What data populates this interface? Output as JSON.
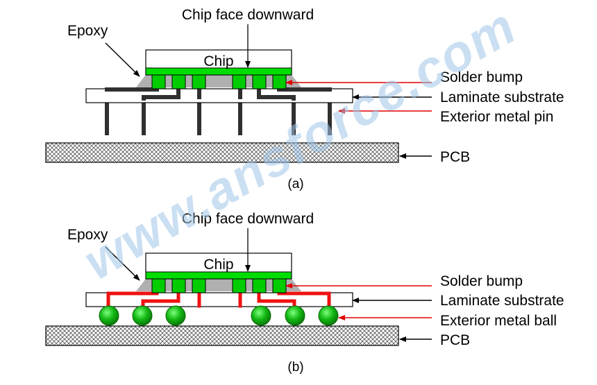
{
  "watermark": "www.ansforce.com",
  "colors": {
    "bump": "#00cc00",
    "chip_face": "#00dd00",
    "epoxy": "#b0b0b0",
    "pin": "#303030",
    "trace_red": "#ee1111",
    "ball": "#10aa10",
    "red_arrow": "#e00000",
    "black_arrow": "#000000"
  },
  "diagrams": [
    {
      "id": "a",
      "caption": "(a)",
      "labels": {
        "chip": "Chip",
        "chip_face": "Chip face downward",
        "epoxy": "Epoxy",
        "solder_bump": "Solder bump",
        "laminate": "Laminate substrate",
        "exterior": "Exterior metal pin",
        "pcb": "PCB"
      }
    },
    {
      "id": "b",
      "caption": "(b)",
      "labels": {
        "chip": "Chip",
        "chip_face": "Chip face downward",
        "epoxy": "Epoxy",
        "solder_bump": "Solder bump",
        "laminate": "Laminate substrate",
        "exterior": "Exterior metal ball",
        "pcb": "PCB"
      }
    }
  ]
}
